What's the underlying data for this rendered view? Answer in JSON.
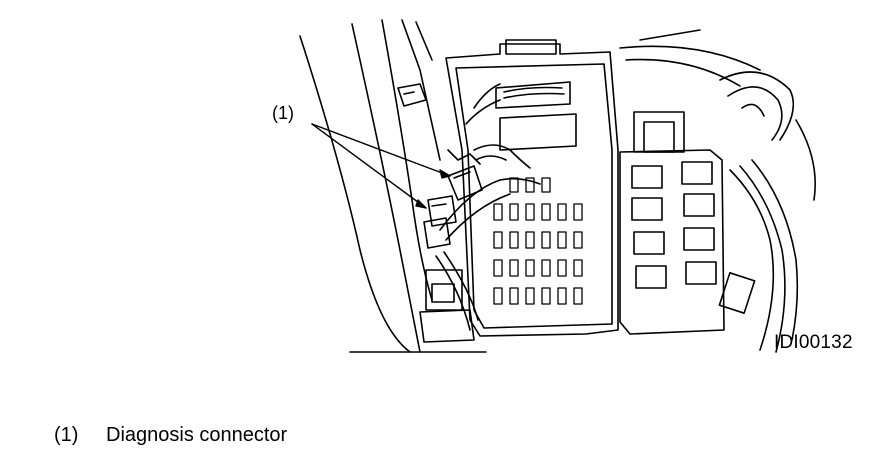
{
  "figure": {
    "callout_label": "(1)",
    "figure_id": "IDI00132"
  },
  "legend": {
    "items": [
      {
        "number": "(1)",
        "text": "Diagnosis connector"
      }
    ]
  },
  "colors": {
    "ink": "#000000",
    "paper": "#ffffff"
  }
}
